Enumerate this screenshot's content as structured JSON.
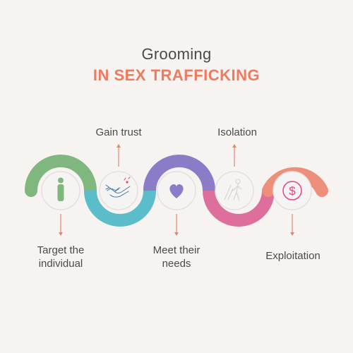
{
  "header": {
    "title": "Grooming",
    "subtitle": "IN SEX TRAFFICKING"
  },
  "steps": [
    {
      "label": "Target the\nindividual",
      "icon": "person-icon",
      "color": "#7fb77e",
      "position": "below"
    },
    {
      "label": "Gain trust",
      "icon": "pinky-promise-icon",
      "color": "#5bbdc9",
      "position": "above"
    },
    {
      "label": "Meet their\nneeds",
      "icon": "heart-icon",
      "color": "#8c7bc6",
      "position": "below"
    },
    {
      "label": "Isolation",
      "icon": "isolated-figure-icon",
      "color": "#de6e9c",
      "position": "above"
    },
    {
      "label": "Exploitation",
      "icon": "dollar-coin-icon",
      "color": "#ed8f7a",
      "position": "below"
    }
  ],
  "colors": {
    "accent": "#ef7a5e",
    "arrow": "#e0876f",
    "icon_heart": "#8c7bc6",
    "icon_person": "#7fb77e",
    "icon_dollar": "#e8417f"
  }
}
